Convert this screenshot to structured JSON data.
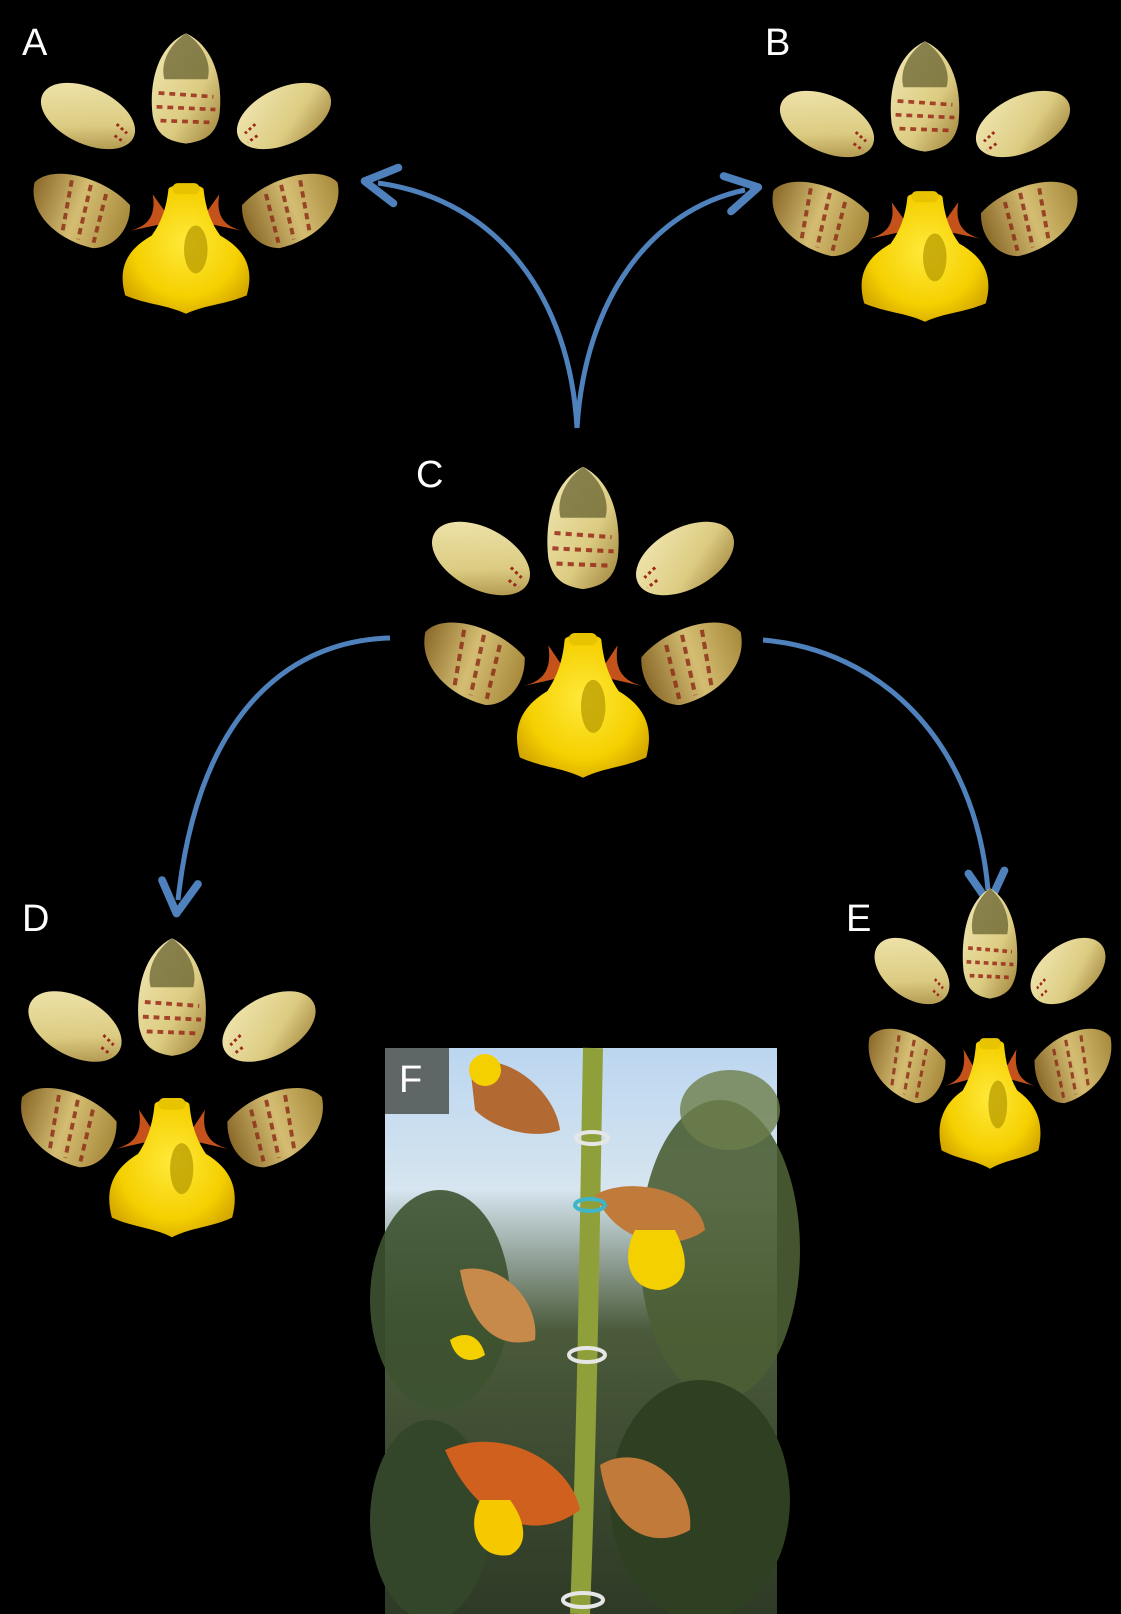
{
  "figure": {
    "background_color": "#000000",
    "arrow_color": "#4f81bd",
    "panels": [
      {
        "label": "A",
        "description_icon": "orchid-flower-dissection-icon"
      },
      {
        "label": "B",
        "description_icon": "orchid-flower-dissection-icon"
      },
      {
        "label": "C",
        "description_icon": "orchid-flower-dissection-icon"
      },
      {
        "label": "D",
        "description_icon": "orchid-flower-dissection-icon"
      },
      {
        "label": "E",
        "description_icon": "orchid-flower-dissection-icon"
      },
      {
        "label": "F",
        "description_icon": "orchid-inflorescence-photo-icon"
      }
    ],
    "colors": {
      "petal_fill": "#e4d691",
      "petal_shade": "#a88a3c",
      "spot": "#9b2a1a",
      "lip_yellow": "#f5d800",
      "lip_shadow": "#b89b00",
      "wing_orange": "#c4521a",
      "label_box": "#5f6666"
    }
  }
}
